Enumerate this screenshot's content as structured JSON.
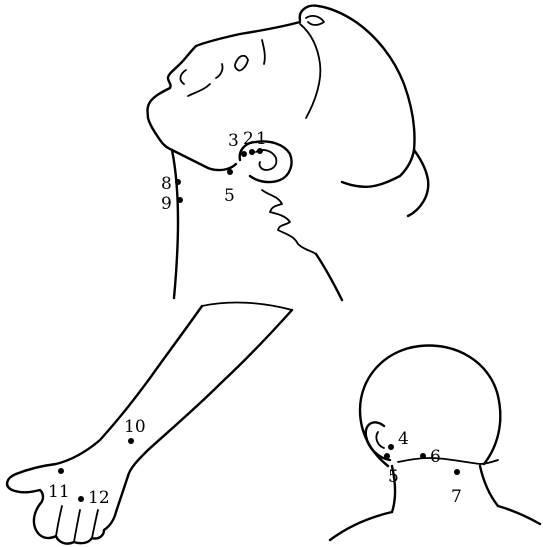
{
  "points": [
    {
      "id": "p1",
      "label": "1"
    },
    {
      "id": "p2",
      "label": "2"
    },
    {
      "id": "p3",
      "label": "3"
    },
    {
      "id": "p4",
      "label": "4"
    },
    {
      "id": "p5a",
      "label": "5"
    },
    {
      "id": "p5b",
      "label": "5"
    },
    {
      "id": "p6",
      "label": "6"
    },
    {
      "id": "p7",
      "label": "7"
    },
    {
      "id": "p8",
      "label": "8"
    },
    {
      "id": "p9",
      "label": "9"
    },
    {
      "id": "p10",
      "label": "10"
    },
    {
      "id": "p11",
      "label": "11"
    },
    {
      "id": "p12",
      "label": "12"
    }
  ]
}
